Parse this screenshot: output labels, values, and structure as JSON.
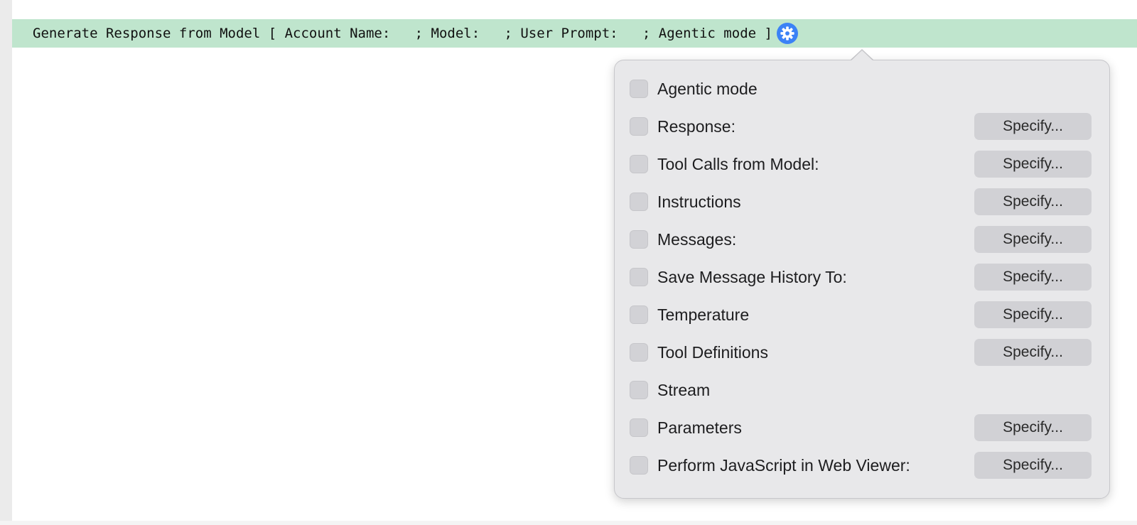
{
  "script_step": {
    "text": "Generate Response from Model [ Account Name:   ; Model:   ; User Prompt:   ; Agentic mode ]",
    "settings_icon": "gear-icon",
    "background_color": "#bfe5cd",
    "icon_color": "#3b82f6"
  },
  "options_popover": {
    "specify_label": "Specify...",
    "options": [
      {
        "label": "Agentic mode",
        "checked": false,
        "has_specify": false
      },
      {
        "label": "Response:",
        "checked": false,
        "has_specify": true
      },
      {
        "label": "Tool Calls from Model:",
        "checked": false,
        "has_specify": true
      },
      {
        "label": "Instructions",
        "checked": false,
        "has_specify": true
      },
      {
        "label": "Messages:",
        "checked": false,
        "has_specify": true
      },
      {
        "label": "Save Message History To:",
        "checked": false,
        "has_specify": true
      },
      {
        "label": "Temperature",
        "checked": false,
        "has_specify": true
      },
      {
        "label": "Tool Definitions",
        "checked": false,
        "has_specify": true
      },
      {
        "label": "Stream",
        "checked": false,
        "has_specify": false
      },
      {
        "label": "Parameters",
        "checked": false,
        "has_specify": true
      },
      {
        "label": "Perform JavaScript in Web Viewer:",
        "checked": false,
        "has_specify": true
      }
    ]
  }
}
